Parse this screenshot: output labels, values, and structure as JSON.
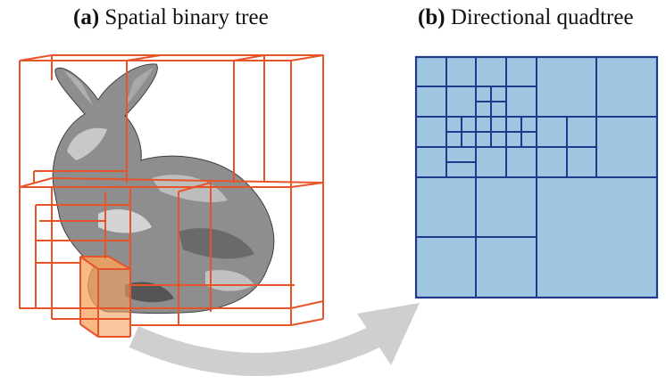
{
  "panel_a": {
    "tag": "(a)",
    "title": "Spatial binary tree"
  },
  "panel_b": {
    "tag": "(b)",
    "title": "Directional quadtree"
  },
  "colors": {
    "bbox_stroke": "#e8542a",
    "highlight_fill": "#f5a25c",
    "quad_fill": "#9fc6e0",
    "quad_stroke": "#1f3a8a",
    "arrow": "#cfcfcf",
    "bunny_dark": "#5a5a5a",
    "bunny_light": "#b8b8b8"
  }
}
